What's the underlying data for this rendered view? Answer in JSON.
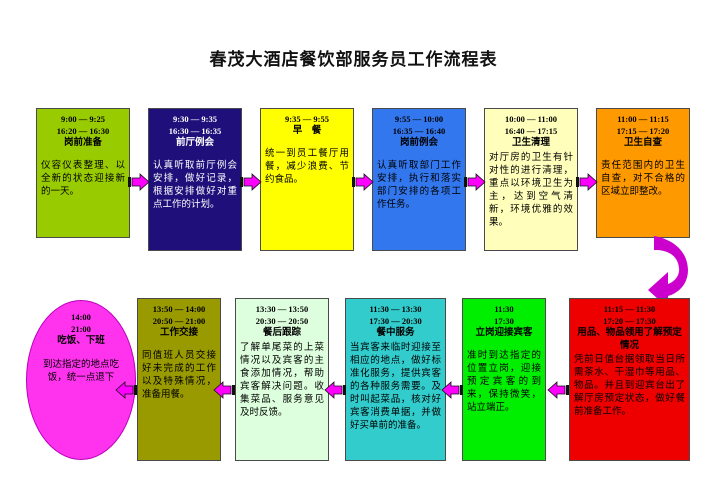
{
  "title": "春茂大酒店餐饮部服务员工作流程表",
  "colors": {
    "arrow": "#ff00ff",
    "arrow_outline": "#101010",
    "curve": "#cc00cc"
  },
  "row1": [
    {
      "name": "step-pre-shift-preparation",
      "times": [
        "9:00 — 9:25",
        "16:20 — 16:30"
      ],
      "heading": "岗前准备",
      "body": "仪容仪表整理、以全新的状态迎接新的一天。",
      "fill": "#99cc00",
      "text": "#000000",
      "gap": true
    },
    {
      "name": "step-front-office-meeting",
      "times": [
        "9:30 — 9:35",
        "16:30 — 16:35"
      ],
      "heading": "前厅例会",
      "body": "认真听取前厅例会安排，做好记录，根据安排做好对重点工作的计划。",
      "fill": "#1f0f7a",
      "text": "#ffffff",
      "gap": true
    },
    {
      "name": "step-breakfast",
      "times": [
        "9:35 — 9:55"
      ],
      "heading": "早　餐",
      "body": "统一到员工餐厅用餐，减少浪费、节约食品。",
      "fill": "#ffff00",
      "text": "#000000",
      "gap": true
    },
    {
      "name": "step-pre-shift-meeting",
      "times": [
        "9:55 — 10:00",
        "16:35 — 16:40"
      ],
      "heading": "岗前例会",
      "body": "认真听取部门工作安排，执行和落实部门安排的各项工作任务。",
      "fill": "#3377ee",
      "text": "#000000",
      "gap": true
    },
    {
      "name": "step-hygiene-cleaning",
      "times": [
        "10:00 — 11:00",
        "16:40 — 17:15"
      ],
      "heading": "卫生清理",
      "body": "对厅房的卫生有针对性的进行清理，重点以环境卫生为主，达到空气清新，环境优雅的效果。",
      "fill": "#ffffbb",
      "text": "#000000",
      "gap": false
    },
    {
      "name": "step-hygiene-self-check",
      "times": [
        "11:00 — 11:15",
        "17:15 — 17:20"
      ],
      "heading": "卫生自查",
      "body": "责任范围内的卫生自查，对不合格的区域立即整改。",
      "fill": "#ff9900",
      "text": "#000000",
      "gap": true
    }
  ],
  "row2": [
    {
      "name": "step-end-of-shift-meal",
      "times": [
        "14:00",
        "21:00"
      ],
      "heading": "吃饭、下班",
      "body": "到达指定的地点吃饭，统一点退下",
      "fill": "#ff33ee",
      "text": "#000000",
      "gap": true
    },
    {
      "name": "step-shift-handover",
      "times": [
        "13:50 — 14:00",
        "20:50 — 21:00"
      ],
      "heading": "工作交接",
      "body": "同值班人员交接好未完成的工作以及特殊情况，准备用餐。",
      "fill": "#999900",
      "text": "#000000",
      "gap": true
    },
    {
      "name": "step-post-meal-followup",
      "times": [
        "13:30 — 13:50",
        "20:30 — 20:50"
      ],
      "heading": "餐后跟踪",
      "body": "了解单尾菜的上菜情况以及宾客的主食添加情况，帮助宾客解决问题。收集菜品、服务意见及时反馈。",
      "fill": "#ddffdd",
      "text": "#000000",
      "gap": false
    },
    {
      "name": "step-in-meal-service",
      "times": [
        "11:30 — 13:30",
        "17:30 — 20:30"
      ],
      "heading": "餐中服务",
      "body": "当宾客来临时迎接至相应的地点，做好标准化服务，提供宾客的各种服务需要。及时叫起菜品，核对好宾客消费单据，并做好买单前的准备。",
      "fill": "#33cccc",
      "text": "#000000",
      "gap": false
    },
    {
      "name": "step-greeting-guests",
      "times": [
        "11:30",
        "17:30"
      ],
      "heading": "立岗迎接宾客",
      "body": "准时到达指定的位置立岗，迎接预定宾客的到来，保持微笑，站立端正。",
      "fill": "#00ee00",
      "text": "#000000",
      "gap": true
    },
    {
      "name": "step-supplies-and-reservations",
      "times": [
        "11:15 — 11:30",
        "17:20 — 17:30"
      ],
      "heading": "用品、物品领用了解预定情况",
      "body": "凭前日值台据领取当日所需茶水、干湿巾等用品、物品。并且到迎宾台出了解厅房预定状态，做好餐前准备工作。",
      "fill": "#ee0000",
      "text": "#000000",
      "gap": false
    }
  ],
  "connectors": {
    "row1_arrow_direction": "right",
    "row2_arrow_direction": "left",
    "wrap_arrow": "curved-down-arrow"
  }
}
